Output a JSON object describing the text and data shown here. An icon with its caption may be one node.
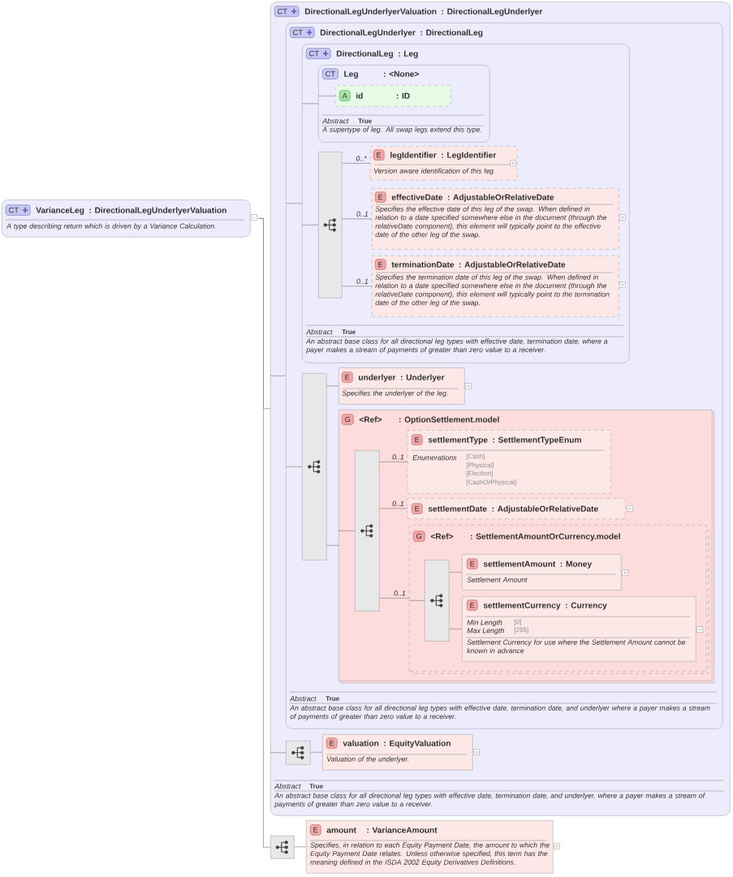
{
  "diagram": {
    "nodes": [
      {
        "text": [
          "CT",
          "VarianceLeg",
          ": DirectionalLegUnderlyerValuation",
          "A type describing return which is driven by a Variance Calculation."
        ]
      },
      {
        "text": [
          "CT",
          "DirectionalLegUnderlyerValuation",
          ": DirectionalLegUnderlyer",
          "Abstract",
          "True",
          "An abstract base class for all directional leg types with effective date, termination date, and underlyer, where a payer makes a stream of payments of greater than zero value to a receiver."
        ]
      },
      {
        "text": [
          "CT",
          "DirectionalLegUnderlyer",
          ": DirectionalLeg",
          "Abstract",
          "True",
          "An abstract base class for all directional leg types with effective date, termination date, and underlyer where a payer makes a stream of payments of greater than zero value to a receiver."
        ],
        "in": 1
      },
      {
        "text": [
          "CT",
          "DirectionalLeg",
          ": Leg",
          "Abstract",
          "True",
          "An abstract base class for all directional leg types with effective date, termination date, where a payer makes a stream of payments of greater than zero value to a receiver."
        ],
        "in": 2
      },
      {
        "text": [
          "CT",
          "Leg",
          ": <None>",
          "Abstract",
          "True",
          "A supertype of leg. All swap legs extend this type."
        ],
        "in": 3
      },
      {
        "text": [
          "A",
          "id",
          ": ID"
        ],
        "in": 4
      },
      {
        "text": [],
        "shape": "box",
        "in": 3
      },
      {
        "text": [
          "E",
          "legIdentifier",
          ": LegIdentifier",
          "Version aware identification of this leg."
        ],
        "in": 3
      },
      {
        "text": [
          "E",
          "effectiveDate",
          ": AdjustableOrRelativeDate",
          "Specifies the effective date of this leg of the swap. When defined in relation to a date specified somewhere else in the document (through the relativeDate component), this element will typically point to the effective date of the other leg of the swap."
        ],
        "in": 3
      },
      {
        "text": [
          "E",
          "terminationDate",
          ": AdjustableOrRelativeDate",
          "Specifies the termination date of this leg of the swap. When defined in relation to a date specified somewhere else in the document (through the relativeDate component), this element will typically point to the termination date of the other leg of the swap."
        ],
        "in": 3
      },
      {
        "text": [],
        "shape": "box",
        "in": 2
      },
      {
        "text": [
          "E",
          "underlyer",
          ": Underlyer",
          "Specifies the underlyer of the leg."
        ],
        "in": 2
      },
      {
        "text": [
          "G",
          "<Ref>",
          ": OptionSettlement.model"
        ],
        "in": 2
      },
      {
        "text": [],
        "shape": "box",
        "in": 12
      },
      {
        "text": [
          "E",
          "settlementType",
          ": SettlementTypeEnum",
          "Enumerations",
          "[Cash]",
          "[Physical]",
          "[Election]",
          "[CashOrPhysical]"
        ],
        "in": 12
      },
      {
        "text": [
          "E",
          "settlementDate",
          ": AdjustableOrRelativeDate"
        ],
        "in": 12
      },
      {
        "text": [
          "G",
          "<Ref>",
          ": SettlementAmountOrCurrency.model"
        ],
        "in": 12
      },
      {
        "text": [],
        "shape": "box",
        "in": 16
      },
      {
        "text": [
          "E",
          "settlementAmount",
          ": Money",
          "Settlement Amount"
        ],
        "in": 16
      },
      {
        "text": [
          "E",
          "settlementCurrency",
          ": Currency",
          "Min Length",
          "[0]",
          "Max Length",
          "[255]",
          "Settlement Currency for use where the Settlement Amount cannot be known in advance"
        ],
        "in": 16
      },
      {
        "text": [],
        "shape": "box",
        "in": 1
      },
      {
        "text": [
          "E",
          "valuation",
          ": EquityValuation",
          "Valuation of the underlyer."
        ],
        "in": 1
      },
      {
        "text": [],
        "shape": "box"
      },
      {
        "text": [
          "E",
          "amount",
          ": VarianceAmount",
          "Specifies, in relation to each Equity Payment Date, the amount to which the Equity Payment Date relates. Unless otherwise specified, this term has the meaning defined in the ISDA 2002 Equity Derivatives Definitions."
        ]
      }
    ],
    "edges": [
      {
        "from": 0,
        "to": 1,
        "arrow": "none"
      },
      {
        "from": 0,
        "to": 22,
        "arrow": "none"
      },
      {
        "from": 1,
        "to": 2,
        "arrow": "none"
      },
      {
        "from": 1,
        "to": 20,
        "arrow": "none"
      },
      {
        "from": 2,
        "to": 3,
        "arrow": "none"
      },
      {
        "from": 2,
        "to": 10,
        "arrow": "none"
      },
      {
        "from": 3,
        "to": 4,
        "arrow": "none"
      },
      {
        "from": 3,
        "to": 6,
        "arrow": "none"
      },
      {
        "from": 4,
        "to": 5,
        "arrow": "none"
      },
      {
        "from": 6,
        "to": 7,
        "arrow": "none",
        "label": "0..*"
      },
      {
        "from": 6,
        "to": 8,
        "arrow": "none",
        "label": "0..1"
      },
      {
        "from": 6,
        "to": 9,
        "arrow": "none",
        "label": "0..1"
      },
      {
        "from": 10,
        "to": 11,
        "arrow": "none"
      },
      {
        "from": 10,
        "to": 12,
        "arrow": "none"
      },
      {
        "from": 12,
        "to": 13,
        "arrow": "none"
      },
      {
        "from": 13,
        "to": 14,
        "arrow": "none",
        "label": "0..1"
      },
      {
        "from": 13,
        "to": 15,
        "arrow": "none",
        "label": "0..1"
      },
      {
        "from": 13,
        "to": 16,
        "arrow": "none",
        "label": "0..1"
      },
      {
        "from": 16,
        "to": 17,
        "arrow": "none"
      },
      {
        "from": 17,
        "to": 18,
        "arrow": "none"
      },
      {
        "from": 17,
        "to": 19,
        "arrow": "none"
      },
      {
        "from": 20,
        "to": 21,
        "arrow": "none"
      },
      {
        "from": 22,
        "to": 23,
        "arrow": "none"
      }
    ]
  }
}
